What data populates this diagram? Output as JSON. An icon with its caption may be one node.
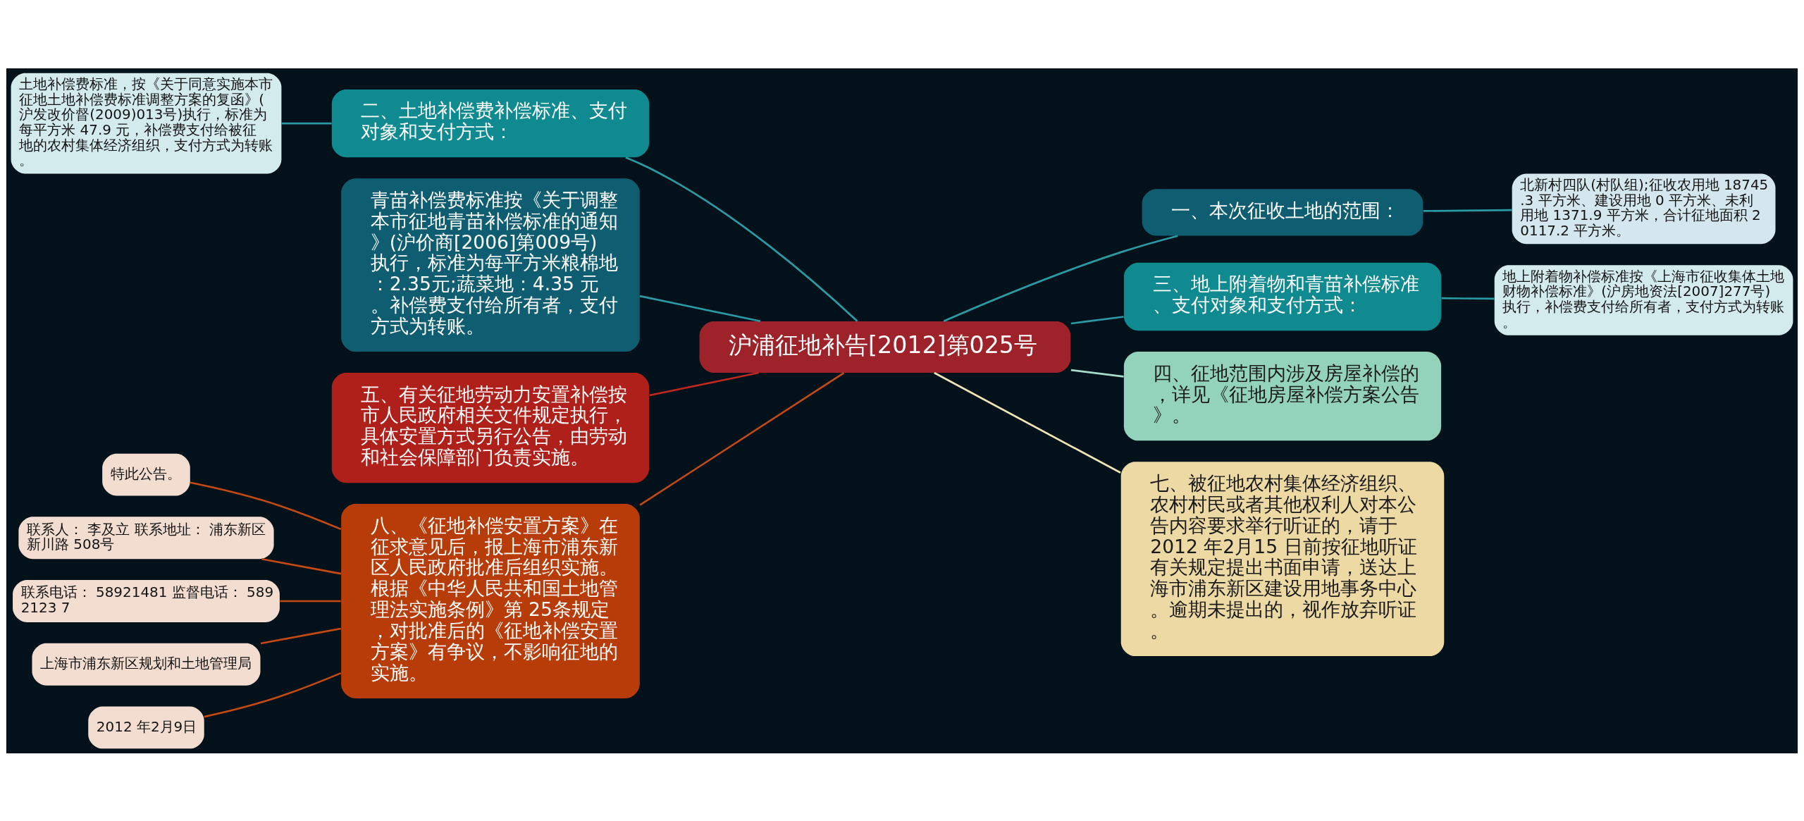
{
  "diagram": {
    "nodes": [
      {
        "text": [
          "沪浦征地补告[2012]第025号"
        ]
      },
      {
        "text": [
          "二、土地补偿费补偿标准、支付对象和支付方式："
        ]
      },
      {
        "text": [
          "土地补偿费标准，按《关于同意实施本市征地土地补偿费标准调整方案的复函》(沪发改价督(2009)013号)执行，标准为每平方米 47.9 元，补偿费支付给被征地的农村集体经济组织，支付方式为转账。"
        ]
      },
      {
        "text": [
          "青苗补偿费标准按《关于调整本市征地青苗补偿标准的通知》(沪价商[2006]第009号)执行，标准为每平方米粮棉地：2.35元;蔬菜地：4.35 元。补偿费支付给所有者，支付方式为转账。"
        ]
      },
      {
        "text": [
          "五、有关征地劳动力安置补偿按市人民政府相关文件规定执行，具体安置方式另行公告，由劳动和社会保障部门负责实施。"
        ]
      },
      {
        "text": [
          "八、《征地补偿安置方案》在征求意见后，报上海市浦东新区人民政府批准后组织实施。根据《中华人民共和国土地管理法实施条例》第 25条规定，对批准后的《征地补偿安置方案》有争议，不影响征地的实施。"
        ]
      },
      {
        "text": [
          "特此公告。"
        ]
      },
      {
        "text": [
          "联系人： 李及立 联系地址： 浦东新区新川路 508号"
        ]
      },
      {
        "text": [
          "联系电话： 58921481 监督电话： 5892123 7"
        ]
      },
      {
        "text": [
          "上海市浦东新区规划和土地管理局"
        ]
      },
      {
        "text": [
          "2012 年2月9日"
        ]
      },
      {
        "text": [
          "一、本次征收土地的范围："
        ]
      },
      {
        "text": [
          "北新村四队(村队组);征收农用地 18745.3 平方米、建设用地 0 平方米、未利用地 1371.9 平方米，合计征地面积 20117.2 平方米。"
        ]
      },
      {
        "text": [
          "三、地上附着物和青苗补偿标准、支付对象和支付方式："
        ]
      },
      {
        "text": [
          "地上附着物补偿标准按《上海市征收集体土地财物补偿标准》(沪房地资法[2007]277号)执行，补偿费支付给所有者，支付方式为转账。"
        ]
      },
      {
        "text": [
          "四、征地范围内涉及房屋补偿的，详见《征地房屋补偿方案公告》。"
        ]
      },
      {
        "text": [
          "七、被征地农村集体经济组织、农村村民或者其他权利人对本公告内容要求举行听证的，请于 2012 年2月15 日前按征地听证有关规定提出书面申请，送达上海市浦东新区建设用地事务中心。逾期未提出的，视作放弃听证。"
        ]
      }
    ],
    "edges": [
      {
        "from": 0,
        "to": 1,
        "arrow": "none"
      },
      {
        "from": 1,
        "to": 2,
        "arrow": "none"
      },
      {
        "from": 0,
        "to": 3,
        "arrow": "none"
      },
      {
        "from": 0,
        "to": 4,
        "arrow": "none",
        "color": "#c0281e"
      },
      {
        "from": 0,
        "to": 5,
        "arrow": "none",
        "color": "#c44a14"
      },
      {
        "from": 5,
        "to": 6,
        "arrow": "none",
        "color": "#c44a14"
      },
      {
        "from": 5,
        "to": 7,
        "arrow": "none",
        "color": "#c44a14"
      },
      {
        "from": 5,
        "to": 8,
        "arrow": "none",
        "color": "#c44a14"
      },
      {
        "from": 5,
        "to": 9,
        "arrow": "none",
        "color": "#c44a14"
      },
      {
        "from": 5,
        "to": 10,
        "arrow": "none",
        "color": "#c44a14"
      },
      {
        "from": 0,
        "to": 11,
        "arrow": "none"
      },
      {
        "from": 11,
        "to": 12,
        "arrow": "none"
      },
      {
        "from": 0,
        "to": 13,
        "arrow": "none"
      },
      {
        "from": 13,
        "to": 14,
        "arrow": "none"
      },
      {
        "from": 0,
        "to": 15,
        "arrow": "none",
        "color": "#a6dcc8"
      },
      {
        "from": 0,
        "to": 16,
        "arrow": "none",
        "color": "#f3e4b6"
      }
    ]
  }
}
